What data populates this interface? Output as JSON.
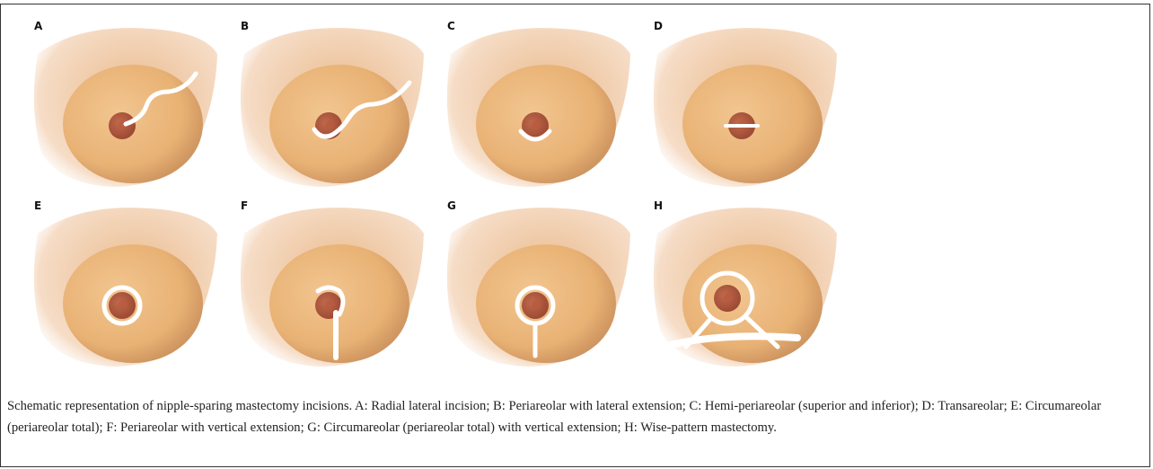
{
  "panels": [
    {
      "label": "A",
      "incision": "radial-lateral"
    },
    {
      "label": "B",
      "incision": "periareolar-lateral-extension"
    },
    {
      "label": "C",
      "incision": "hemi-periareolar"
    },
    {
      "label": "D",
      "incision": "transareolar"
    },
    {
      "label": "E",
      "incision": "circumareolar"
    },
    {
      "label": "F",
      "incision": "periareolar-vertical-extension"
    },
    {
      "label": "G",
      "incision": "circumareolar-vertical-extension"
    },
    {
      "label": "H",
      "incision": "wise-pattern"
    }
  ],
  "caption": "Schematic representation of nipple-sparing mastectomy incisions. A: Radial lateral incision; B: Periareolar with lateral extension; C: Hemi-periareolar (superior and inferior); D: Transareolar; E: Circumareolar (periareolar total); F: Periareolar with vertical extension; G: Circumareolar (periareolar total) with vertical extension; H: Wise-pattern mastectomy.",
  "colors": {
    "skin_light": "#f6ddc7",
    "skin_mid": "#e9b98b",
    "breast": "#e8b071",
    "areola": "#9e4a34",
    "incision": "#ffffff"
  }
}
